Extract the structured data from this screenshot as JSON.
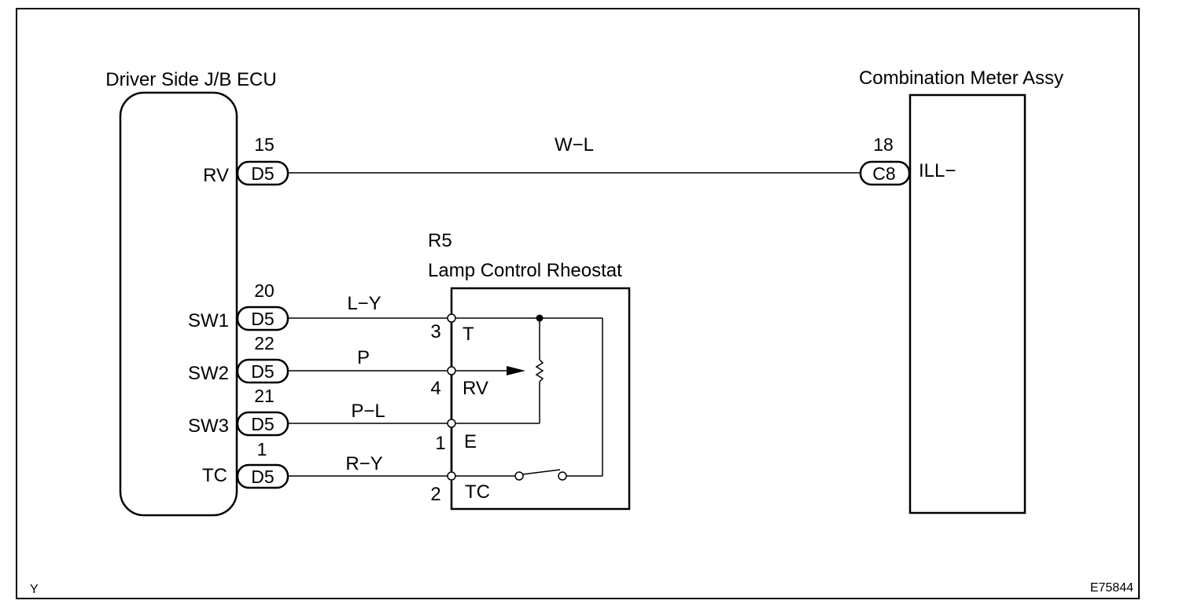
{
  "ecu": {
    "title": "Driver Side J/B ECU"
  },
  "meter": {
    "title": "Combination Meter Assy",
    "terminal": "ILL−"
  },
  "rheostat": {
    "code": "R5",
    "title": "Lamp Control Rheostat"
  },
  "connections": [
    {
      "ecu_terminal": "RV",
      "ecu_pin": "15",
      "ecu_connector": "D5",
      "wire": "W−L",
      "dest_pin": "18",
      "dest_connector": "C8"
    },
    {
      "ecu_terminal": "SW1",
      "ecu_pin": "20",
      "ecu_connector": "D5",
      "wire": "L−Y",
      "dest_pin": "3",
      "dest_terminal": "T"
    },
    {
      "ecu_terminal": "SW2",
      "ecu_pin": "22",
      "ecu_connector": "D5",
      "wire": "P",
      "dest_pin": "4",
      "dest_terminal": "RV"
    },
    {
      "ecu_terminal": "SW3",
      "ecu_pin": "21",
      "ecu_connector": "D5",
      "wire": "P−L",
      "dest_pin": "1",
      "dest_terminal": "E"
    },
    {
      "ecu_terminal": "TC",
      "ecu_pin": "1",
      "ecu_connector": "D5",
      "wire": "R−Y",
      "dest_pin": "2",
      "dest_terminal": "TC"
    }
  ],
  "footer": {
    "left": "Y",
    "right": "E75844"
  }
}
